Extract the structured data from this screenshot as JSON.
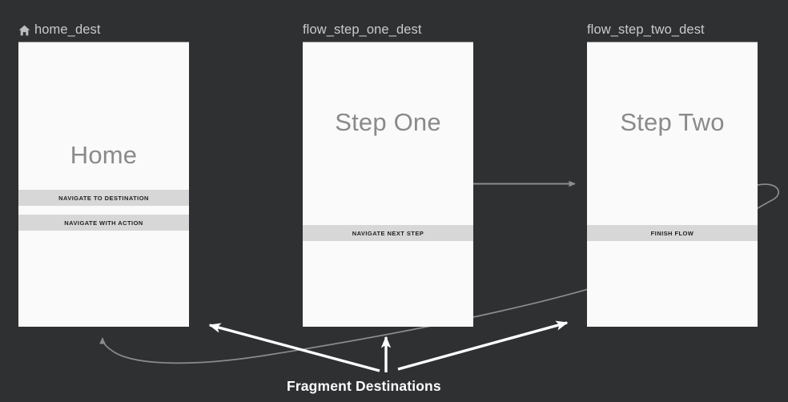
{
  "theme": {
    "background": "#2e3032",
    "screen_bg": "#fafafa",
    "button_bg": "#d7d7d7",
    "label_color": "#c9cacb",
    "title_color": "#8a8a8a",
    "edge_color": "#8c8c8c",
    "annotation_color": "#ffffff"
  },
  "destinations": [
    {
      "id": "home_dest",
      "label": "home_dest",
      "icon": "home-icon",
      "has_icon": true,
      "title": "Home",
      "buttons": [
        {
          "label": "Navigate to destination"
        },
        {
          "label": "Navigate with action"
        }
      ]
    },
    {
      "id": "flow_step_one_dest",
      "label": "flow_step_one_dest",
      "icon": null,
      "has_icon": false,
      "title": "Step One",
      "buttons": [
        {
          "label": "Navigate next step"
        }
      ]
    },
    {
      "id": "flow_step_two_dest",
      "label": "flow_step_two_dest",
      "icon": null,
      "has_icon": false,
      "title": "Step Two",
      "buttons": [
        {
          "label": "Finish flow"
        }
      ]
    }
  ],
  "annotation": {
    "caption": "Fragment Destinations",
    "arrow_count": 3
  }
}
